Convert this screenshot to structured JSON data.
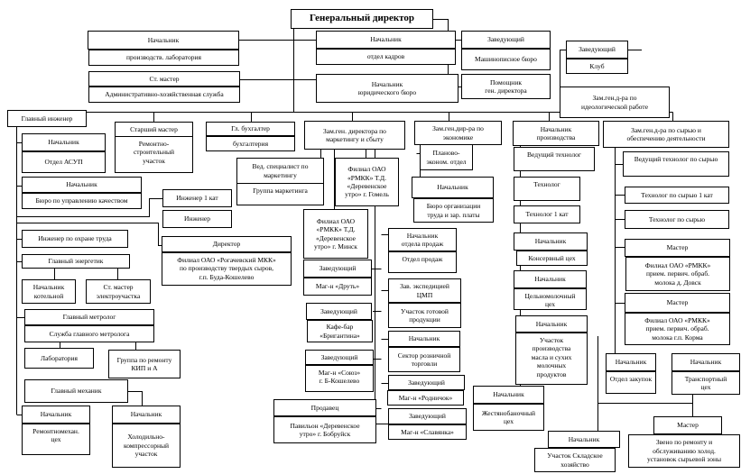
{
  "boxes": [
    {
      "h": "Генеральный директор"
    },
    {
      "h": "Начальник",
      "b": "производств. лаборатория"
    },
    {
      "h": "Начальник",
      "b": "отдел кадров"
    },
    {
      "h": "Заведующий",
      "b": "Машинописное бюро"
    },
    {
      "h": "Заведующий",
      "b": "Клуб"
    },
    {
      "h": "Ст. мастер",
      "b": "Административно-хозяйственная служба"
    },
    {
      "h": "Начальник\nюридического бюро"
    },
    {
      "h": "Помощник\nген. директора"
    },
    {
      "h": "Зам.ген.д-ра по\nидеологической работе"
    },
    {
      "h": "Главный инженер"
    },
    {
      "h": "Старший мастер",
      "b": "Ремонтно-\nстроительный\nучасток"
    },
    {
      "h": "Гл. бухгалтер",
      "b": "бухгалтерия"
    },
    {
      "h": "Зам.ген. директора по\nмаркетингу и сбыту"
    },
    {
      "h": "Зам.ген.дир-ра по\nэкономике"
    },
    {
      "h": "Начальник\nпроизводства"
    },
    {
      "h": "Зам.ген.д-ра по сырью и\nобеспечению деятельности"
    },
    {
      "h": "Начальник",
      "b": "Отдел АСУП"
    },
    {
      "h": "Вед. специалист по\nмаркетингу",
      "b": "Группа маркетинга"
    },
    {
      "h": "Филиал ОАО\n«РМКК» Т.Д.\n«Деревенское\nутро» г. Гомель"
    },
    {
      "h": "Планово-\nэконом. отдел"
    },
    {
      "h": "Начальник",
      "b": "Бюро организации\nтруда и зар. платы"
    },
    {
      "h": "Ведущий технолог"
    },
    {
      "h": "Технолог"
    },
    {
      "h": "Технолог 1 кат"
    },
    {
      "h": "Ведущий технолог по сырью"
    },
    {
      "h": "Технолог по сырью 1 кат"
    },
    {
      "h": "Технолог по сырью"
    },
    {
      "h": "Начальник",
      "b": "Бюро по управлению качеством"
    },
    {
      "h": "Инженер 1 кат",
      "b": "Инженер"
    },
    {
      "h": "Филиал ОАО\n«РМКК» Т.Д.\n«Деревенское\nутро» г. Минск"
    },
    {
      "h": "Начальник\nотдела продаж",
      "b": "Отдел продаж"
    },
    {
      "h": "Начальник",
      "b": "Консервный цех"
    },
    {
      "h": "Мастер",
      "b": "Филиал ОАО «РМКК»\nприем. первич. обраб.\nмолока д. Довск"
    },
    {
      "h": "Инженер по охране труда"
    },
    {
      "h": "Главный энергетик"
    },
    {
      "h": "Директор",
      "b": "Филиал ОАО «Рогачевский МКК»\nпо производству твердых сыров,\nг.п. Буда-Кошелево"
    },
    {
      "h": "Заведующий",
      "b": "Маг-н «Друть»"
    },
    {
      "h": "Начальник\nкотельной"
    },
    {
      "h": "Ст. мастер\nэлектроучастка"
    },
    {
      "h": "Начальник",
      "b": "Цельномолочный\nцех"
    },
    {
      "h": "Зав. экспедицией\nЦМП",
      "b": "Участок готовой\nпродукции"
    },
    {
      "h": "Мастер",
      "b": "Филиал ОАО «РМКК»\nприем. первич. обраб.\nмолока г.п. Корма"
    },
    {
      "h": "Главный метролог",
      "b": "Служба главного метролога"
    },
    {
      "h": "Заведующий",
      "b": "Кафе-бар\n«Бригантина»"
    },
    {
      "h": "Начальник",
      "b": "Участок\nпроизводства\nмасла и сухих\nмолочных\nпродуктов"
    },
    {
      "h": "Начальник",
      "b": "Сектор розничной\nторговли"
    },
    {
      "h": "Лаборатория"
    },
    {
      "h": "Группа по ремонту\nКИП и А"
    },
    {
      "h": "Заведующий",
      "b": "Маг-н «Союз»\nг. Б-Кошелево"
    },
    {
      "h": "Начальник",
      "b": "Отдел закупок"
    },
    {
      "h": "Начальник",
      "b": "Транспортный\nцех"
    },
    {
      "h": "Главный механик"
    },
    {
      "h": "Заведующий",
      "b": "Маг-н «Родничок»"
    },
    {
      "h": "Начальник",
      "b": "Жестянобаночный\nцех"
    },
    {
      "h": "Продавец",
      "b": "Павильон «Деревенское\nутро» г. Бобруйск"
    },
    {
      "h": "Заведующий",
      "b": "Маг-н «Славянка»"
    },
    {
      "h": "Начальник",
      "b": "Ремонтномехан.\nцех"
    },
    {
      "h": "Начальник",
      "b": "Холодильно-\nкомпрессорный\nучасток"
    },
    {
      "h": "Мастер",
      "b": "Звено по ремонту и\nобслуживанию холод.\nустановок сырьевой зоны"
    },
    {
      "h": "Начальник",
      "b": "Участок Складское\nхозяйство"
    }
  ]
}
